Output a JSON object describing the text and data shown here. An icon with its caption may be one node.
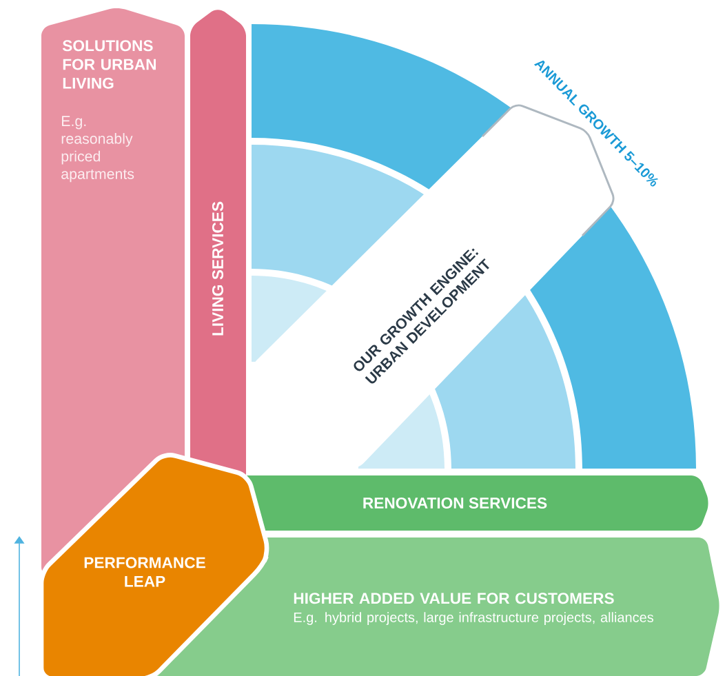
{
  "diagram": {
    "nodes": [
      {
        "text": [
          "SOLUTIONS FOR URBAN LIVING",
          "E.g. reasonably priced apartments"
        ]
      },
      {
        "text": [
          "LIVING SERVICES"
        ]
      },
      {
        "text": [
          "OUR GROWTH ENGINE: URBAN DEVELOPMENT"
        ]
      },
      {
        "text": [
          "RENOVATION SERVICES"
        ]
      },
      {
        "text": [
          "PERFORMANCE LEAP"
        ]
      },
      {
        "text": [
          "HIGHER ADDED VALUE FOR CUSTOMERS",
          "E.g. hybrid projects, large infrastructure projects, alliances"
        ]
      }
    ],
    "labels": [
      "ANNUAL GROWTH 5–10%"
    ]
  }
}
